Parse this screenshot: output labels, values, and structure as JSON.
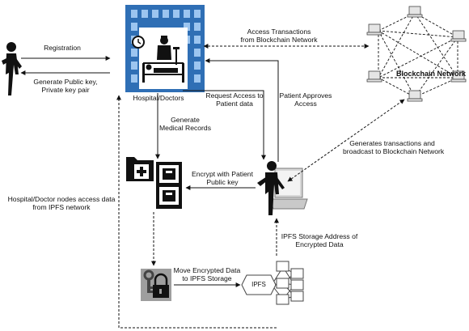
{
  "nodes": {
    "hospital_label": "Hospital/Doctors",
    "blockchain_label": "Blockchain Network",
    "ipfs_label": "IPFS"
  },
  "edges": {
    "registration": "Registration",
    "generate_keys": "Generate Public key,\nPrivate key pair",
    "access_transactions": "Access Transactions\nfrom Blockchain Network",
    "request_access": "Request Access to\nPatient data",
    "patient_approves": "Patient Approves\nAccess",
    "generate_records": "Generate\nMedical Records",
    "generates_transactions": "Generates transactions and\nbroadcast to Blockchain Network",
    "encrypt_public_key": "Encrypt with Patient\nPublic key",
    "nodes_access_ipfs": "Hospital/Doctor nodes access data\nfrom IPFS network",
    "ipfs_storage_address": "IPFS Storage Address of\nEncrypted Data",
    "move_encrypted": "Move Encrypted Data\nto IPFS Storage"
  },
  "icons": [
    "person-icon",
    "hospital-building-icon",
    "computer-network-icon",
    "folder-add-icon",
    "filing-cabinet-icon",
    "patient-laptop-icon",
    "key-lock-icon",
    "ipfs-network-icon"
  ]
}
